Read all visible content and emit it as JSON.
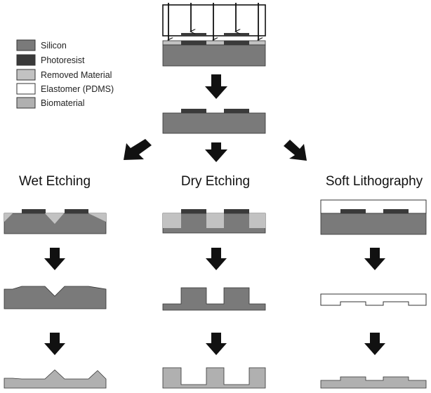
{
  "legend": {
    "items": [
      {
        "key": "silicon",
        "label": "Silicon",
        "color": "#7a7a7a"
      },
      {
        "key": "photoresist",
        "label": "Photoresist",
        "color": "#3a3a3a"
      },
      {
        "key": "removed",
        "label": "Removed Material",
        "color": "#c2c2c2"
      },
      {
        "key": "elastomer",
        "label": "Elastomer (PDMS)",
        "color": "#ffffff"
      },
      {
        "key": "biomaterial",
        "label": "Biomaterial",
        "color": "#b0b0b0"
      }
    ]
  },
  "columns": [
    {
      "key": "wet",
      "title": "Wet Etching"
    },
    {
      "key": "dry",
      "title": "Dry Etching"
    },
    {
      "key": "soft",
      "title": "Soft Lithography"
    }
  ],
  "colors": {
    "silicon": "#7a7a7a",
    "photoresist": "#3a3a3a",
    "removed": "#c2c2c2",
    "elastomer": "#ffffff",
    "biomaterial": "#b0b0b0",
    "arrow": "#111111",
    "outline": "#333333"
  },
  "icons": {
    "uv_light": "uv-exposure-arrows-icon",
    "process_arrow": "down-arrow-icon",
    "branch_left": "diagonal-left-arrow-icon",
    "branch_right": "diagonal-right-arrow-icon"
  }
}
